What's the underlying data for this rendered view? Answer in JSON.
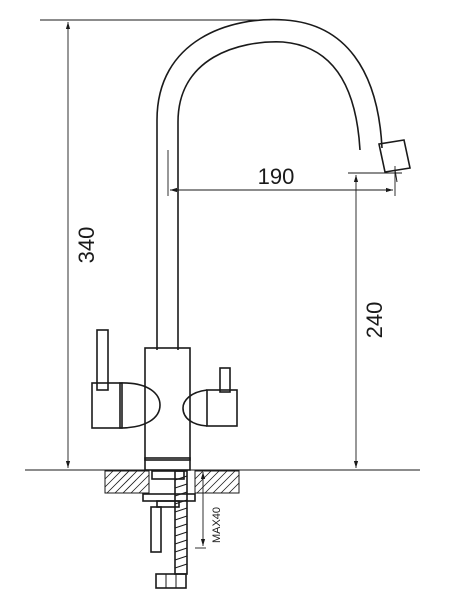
{
  "drawing": {
    "subject": "three-way kitchen faucet",
    "dimensions": {
      "total_height": "340",
      "spout_reach": "190",
      "spout_clearance": "240",
      "mount_thickness": "MAX40"
    }
  }
}
